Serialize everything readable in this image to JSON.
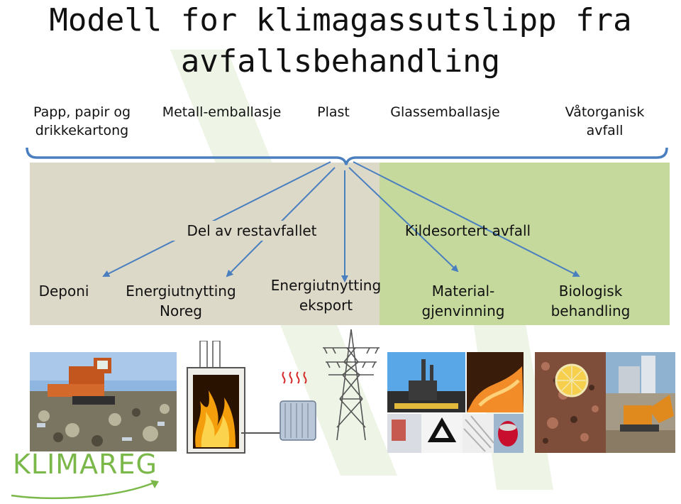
{
  "title": {
    "line1": "Modell for klimagassutslipp fra",
    "line2": "avfallsbehandling"
  },
  "categories": [
    {
      "line1": "Papp, papir og",
      "line2": "drikkekartong"
    },
    {
      "line1": "Metall-emballasje",
      "line2": ""
    },
    {
      "line1": "Plast",
      "line2": ""
    },
    {
      "line1": "Glassemballasje",
      "line2": ""
    },
    {
      "line1": "Våtorganisk",
      "line2": "avfall"
    }
  ],
  "groups": {
    "residual": "Del av restavfallet",
    "sorted": "Kildesortert avfall"
  },
  "treatments": [
    {
      "line1": "Deponi",
      "line2": ""
    },
    {
      "line1": "Energiutnytting",
      "line2": "Noreg"
    },
    {
      "line1": "Energiutnytting",
      "line2": "eksport"
    },
    {
      "line1": "Material-",
      "line2": "gjenvinning"
    },
    {
      "line1": "Biologisk",
      "line2": "behandling"
    }
  ],
  "logo": {
    "text": "KLIMAREG"
  },
  "colors": {
    "band_residual": "#ddd9c9",
    "band_sorted": "#c5d99d",
    "arrow": "#4a7fbf",
    "logo_green": "#7bb84a"
  },
  "icons": [
    "landfill-photo-icon",
    "furnace-icon",
    "radiator-icon",
    "power-pylon-icon",
    "recycling-collage-icon",
    "compost-collage-icon"
  ]
}
